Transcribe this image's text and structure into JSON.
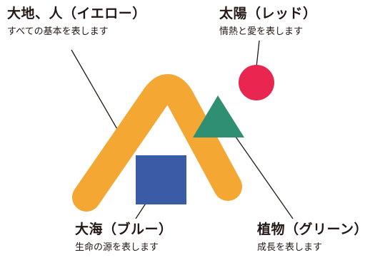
{
  "elements": {
    "earth": {
      "title": "大地、人（イエロー）",
      "description": "すべての基本を表します",
      "color": "#F5A733"
    },
    "sun": {
      "title": "太陽（レッド）",
      "description": "情熱と愛を表します",
      "color": "#E8264F"
    },
    "sea": {
      "title": "大海（ブルー）",
      "description": "生命の源を表します",
      "color": "#3A5BA5"
    },
    "plant": {
      "title": "植物（グリーン）",
      "description": "成長を表します",
      "color": "#2E8F73"
    }
  },
  "connector_color": "#231815"
}
